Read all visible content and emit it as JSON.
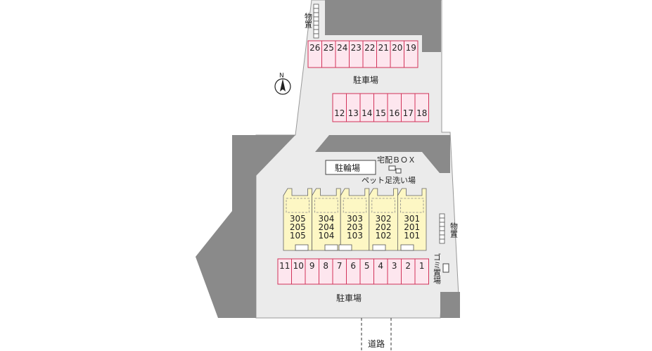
{
  "parking_label": "駐車場",
  "bicycle_parking": "駐輪場",
  "delivery_box": "宅配ＢＯＸ",
  "pet_wash": "ペット足洗い場",
  "storage": "物置",
  "garbage": "ゴミ置場",
  "road": "道路",
  "north": "N",
  "top_spots": [
    "26",
    "25",
    "24",
    "23",
    "22",
    "21",
    "20",
    "19"
  ],
  "mid_spots": [
    "12",
    "13",
    "14",
    "15",
    "16",
    "17",
    "18"
  ],
  "bottom_spots": [
    "11",
    "10",
    "9",
    "8",
    "7",
    "6",
    "5",
    "4",
    "3",
    "2",
    "1"
  ],
  "units": [
    [
      "305",
      "205",
      "105"
    ],
    [
      "304",
      "204",
      "104"
    ],
    [
      "303",
      "203",
      "103"
    ],
    [
      "302",
      "202",
      "102"
    ],
    [
      "301",
      "201",
      "101"
    ]
  ],
  "colors": {
    "ground": "#ebebeb",
    "building_dark": "#8a8a8a",
    "parking_fill": "#fde6ee",
    "parking_stroke": "#d2335a",
    "unit_fill": "#fdf7c4"
  }
}
